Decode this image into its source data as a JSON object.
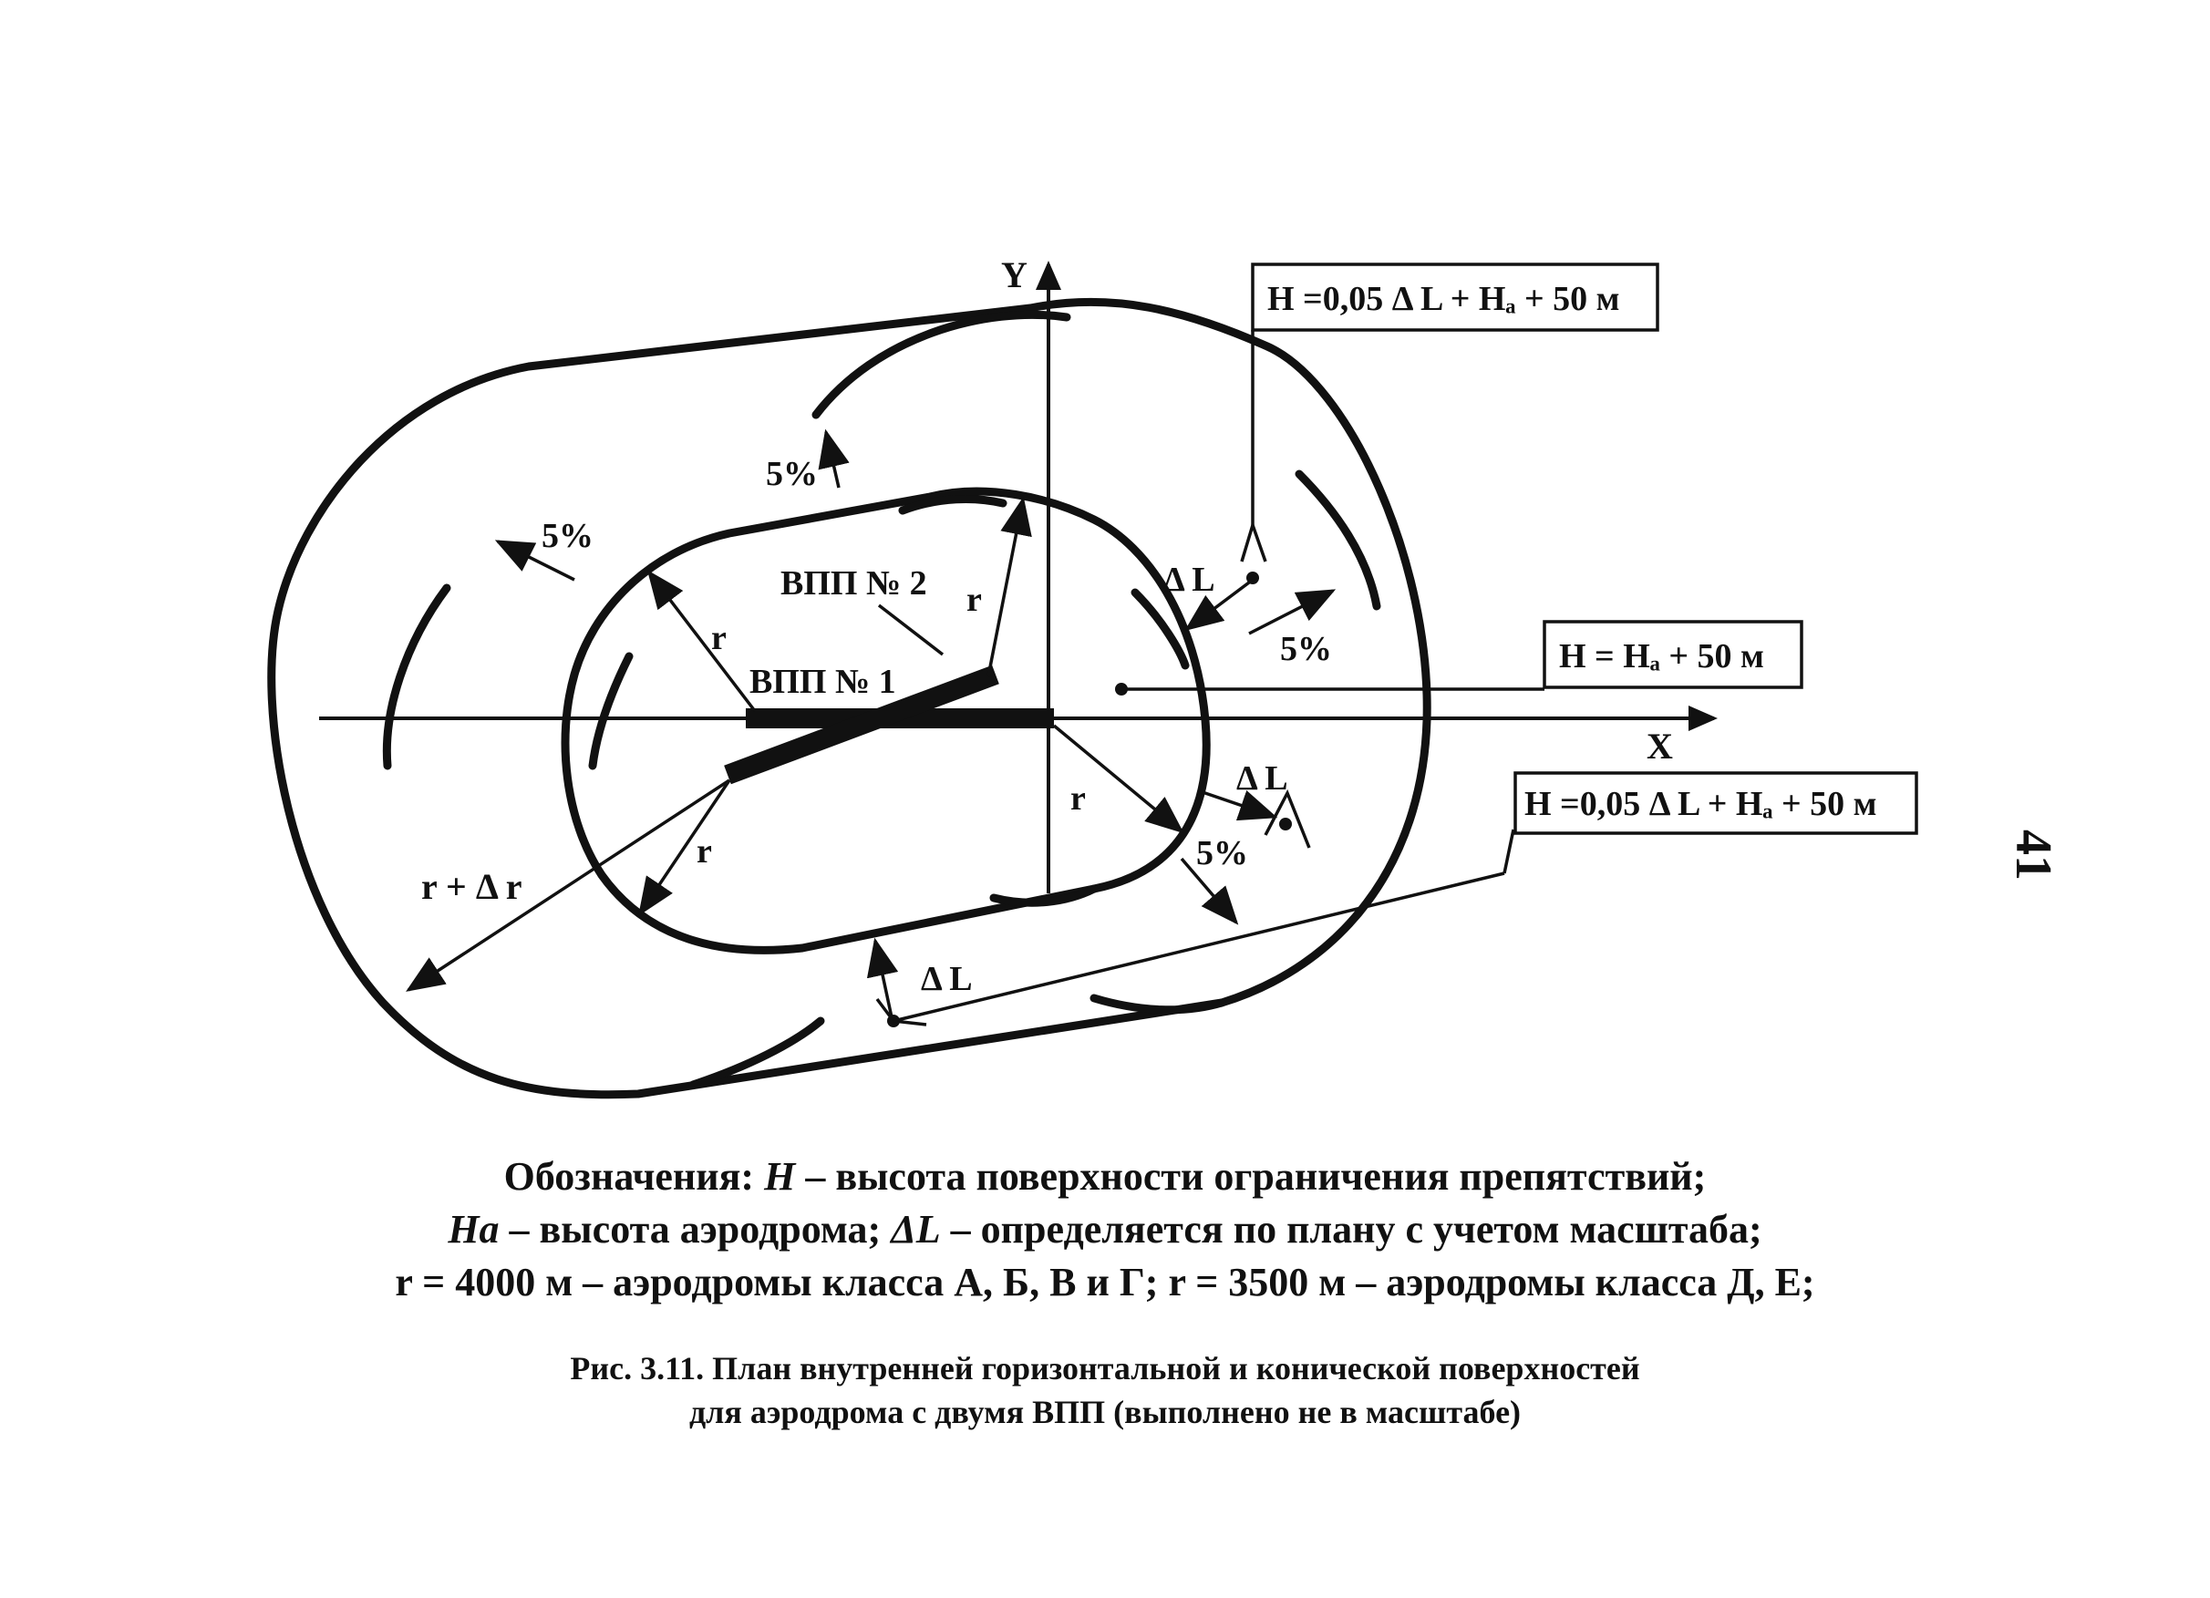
{
  "diagram": {
    "axis_y_label": "Y",
    "axis_x_label": "X",
    "runway_1_label": "ВПП № 1",
    "runway_2_label": "ВПП № 2",
    "radius_label": "r",
    "outer_radius_label": "r + Δ r",
    "slope_label": "5%",
    "delta_l_label": "Δ L",
    "formula_conical": "H =0,05 Δ L + Hₐ + 50 м",
    "formula_horizontal": "H = Hₐ + 50 м"
  },
  "legend": {
    "line1_prefix": "Обозначения:",
    "line1_symbol": "H",
    "line1_text": " – высота поверхности ограничения препятствий;",
    "line2_symbol": "Ha",
    "line2_mid": " – высота аэродрома; ",
    "line2_symbol2": "ΔL",
    "line2_text": " – определяется по плану с учетом масштаба;",
    "line3": "r = 4000 м – аэродромы класса А, Б, В и Г; r = 3500 м – аэродромы класса Д, Е;"
  },
  "caption": {
    "line1": "Рис. 3.11. План внутренней горизонтальной и конической поверхностей",
    "line2": "для аэродрома с двумя ВПП (выполнено не в масштабе)"
  },
  "page_number": "41"
}
